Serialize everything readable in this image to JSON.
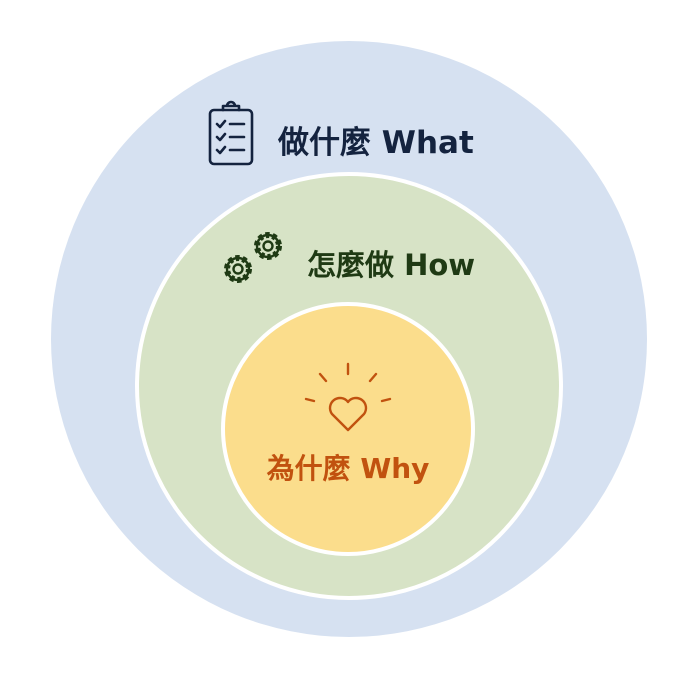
{
  "layers": {
    "what": {
      "label": "做什麼 What",
      "icon": "clipboard-checklist-icon",
      "fill": "#d6e1f1",
      "text_color": "#14233f"
    },
    "how": {
      "label": "怎麼做 How",
      "icon": "gears-icon",
      "fill": "#d7e3c6",
      "text_color": "#1f3a14"
    },
    "why": {
      "label": "為什麼 Why",
      "icon": "heart-glow-icon",
      "fill": "#fbdd8c",
      "text_color": "#c1520f"
    }
  }
}
